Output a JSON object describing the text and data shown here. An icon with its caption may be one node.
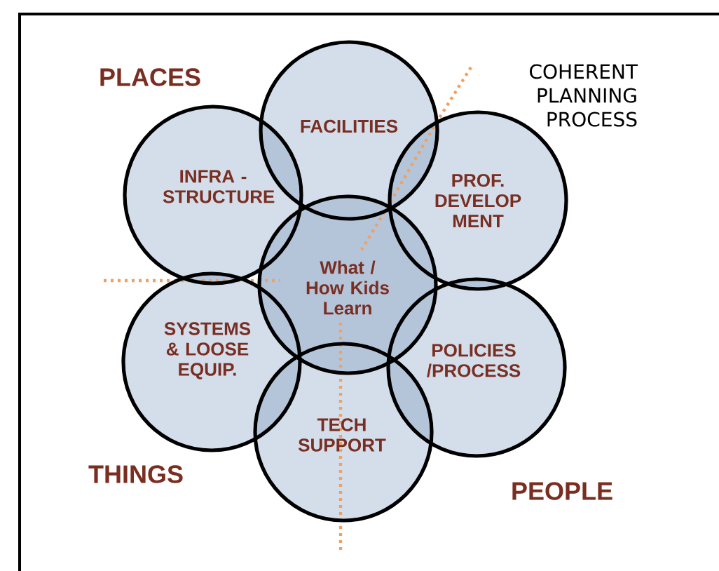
{
  "diagram": {
    "nodes": [
      {
        "text": [
          "FACILITIES"
        ]
      },
      {
        "text": [
          "INFRA - STRUCTURE"
        ]
      },
      {
        "text": [
          "PROF. DEVELOP MENT"
        ]
      },
      {
        "text": [
          "What / How Kids Learn"
        ]
      },
      {
        "text": [
          "SYSTEMS & LOOSE EQUIP."
        ]
      },
      {
        "text": [
          "POLICIES /PROCESS"
        ]
      },
      {
        "text": [
          "TECH SUPPORT"
        ]
      }
    ],
    "labels": [
      "PLACES",
      "COHERENT PLANNING PROCESS",
      "THINGS",
      "PEOPLE"
    ]
  }
}
